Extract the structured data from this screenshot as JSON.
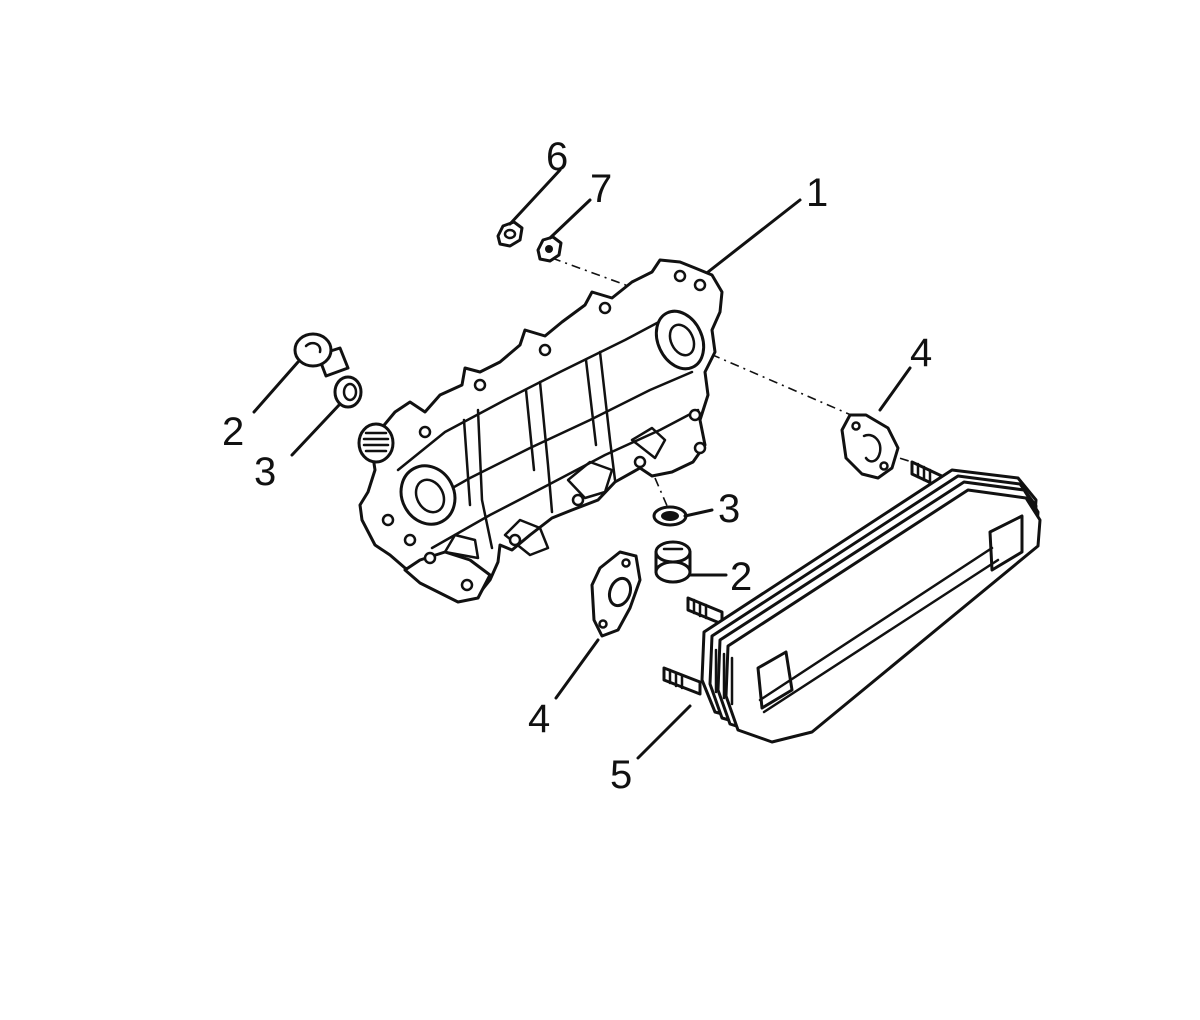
{
  "callouts": [
    {
      "id": "c1",
      "text": "1"
    },
    {
      "id": "c2a",
      "text": "2"
    },
    {
      "id": "c3a",
      "text": "3"
    },
    {
      "id": "c6",
      "text": "6"
    },
    {
      "id": "c7",
      "text": "7"
    },
    {
      "id": "c4a",
      "text": "4"
    },
    {
      "id": "c3b",
      "text": "3"
    },
    {
      "id": "c2b",
      "text": "2"
    },
    {
      "id": "c4b",
      "text": "4"
    },
    {
      "id": "c5",
      "text": "5"
    }
  ],
  "parts": [
    "oil-cooler-housing",
    "plug",
    "sealing-washer",
    "gasket",
    "oil-cooler-element",
    "nut",
    "lock-washer"
  ],
  "colors": {
    "ink": "#111111",
    "paper": "#ffffff"
  }
}
